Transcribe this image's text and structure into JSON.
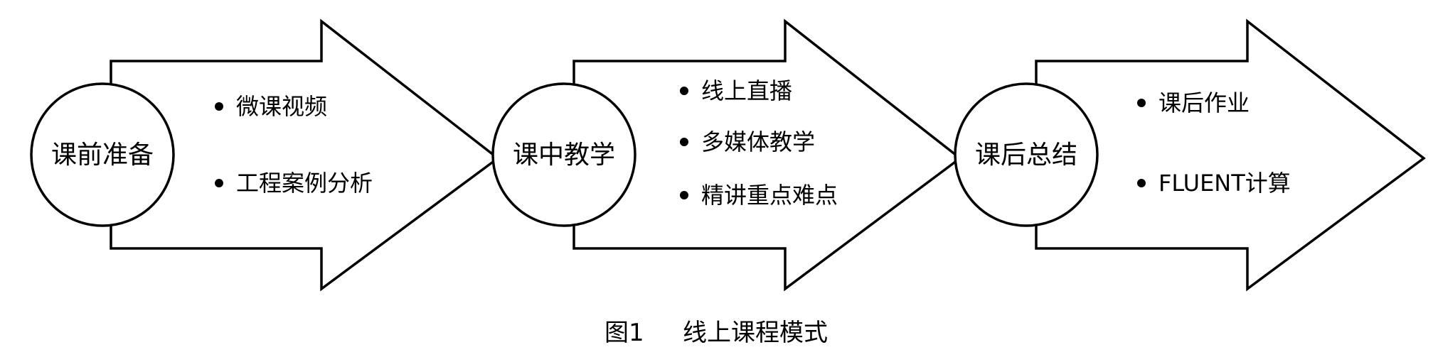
{
  "stages": [
    {
      "label": "课前准备",
      "items": [
        "微课视频",
        "工程案例分析"
      ]
    },
    {
      "label": "课中教学",
      "items": [
        "线上直播",
        "多媒体教学",
        "精讲重点难点"
      ]
    },
    {
      "label": "课后总结",
      "items": [
        "课后作业",
        "FLUENT计算"
      ]
    }
  ],
  "caption": {
    "number": "图1",
    "title": "线上课程模式"
  }
}
